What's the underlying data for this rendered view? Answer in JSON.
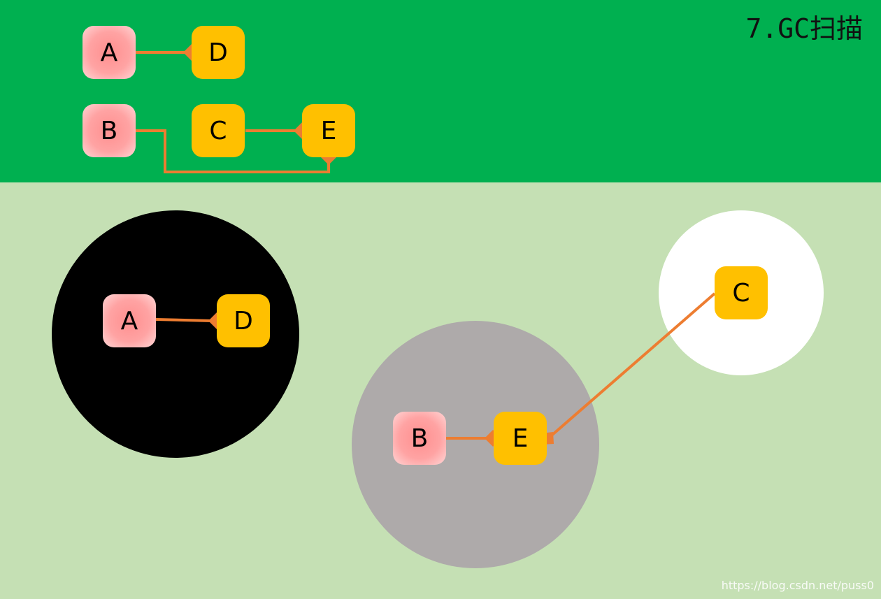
{
  "title": "7.GC扫描",
  "watermark": "https://blog.csdn.net/puss0",
  "colors": {
    "top_band": "#00b050",
    "bottom_area": "#c5e0b4",
    "root_node": "#ff9999",
    "object_node": "#ffc000",
    "edge": "#ed7d31",
    "black_set": "#000000",
    "gray_set": "#aeaaaa",
    "white_set": "#ffffff"
  },
  "top_graph": {
    "nodes": [
      {
        "label": "A",
        "kind": "root"
      },
      {
        "label": "D",
        "kind": "object"
      },
      {
        "label": "B",
        "kind": "root"
      },
      {
        "label": "C",
        "kind": "object"
      },
      {
        "label": "E",
        "kind": "object"
      }
    ],
    "edges": [
      {
        "from": "A",
        "to": "D"
      },
      {
        "from": "C",
        "to": "E"
      },
      {
        "from": "B",
        "to": "E"
      }
    ]
  },
  "scan_sets": {
    "black": {
      "nodes": [
        "A",
        "D"
      ]
    },
    "gray": {
      "nodes": [
        "B",
        "E"
      ]
    },
    "white": {
      "nodes": [
        "C"
      ]
    }
  }
}
